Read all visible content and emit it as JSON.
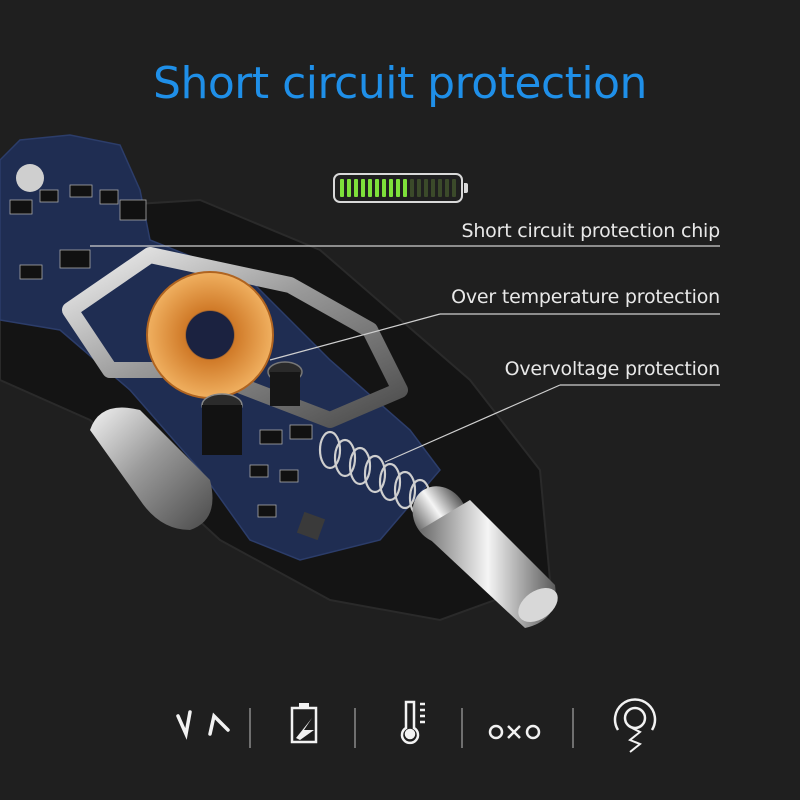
{
  "title": "Short circuit protection",
  "battery": {
    "charge_fraction": 0.58,
    "lit_color": "#7ee03a",
    "dim_color": "#3b4a2a"
  },
  "callouts": {
    "chip": "Short circuit protection chip",
    "temperature": "Over temperature protection",
    "overvoltage": "Overvoltage protection"
  },
  "bottom_icons": [
    "current-waveform-icon",
    "battery-flash-icon",
    "thermometer-icon",
    "short-circuit-icon",
    "charging-target-icon"
  ],
  "colors": {
    "background": "#1f1f1f",
    "title": "#1f8fe8",
    "text": "#e8e8e8"
  }
}
